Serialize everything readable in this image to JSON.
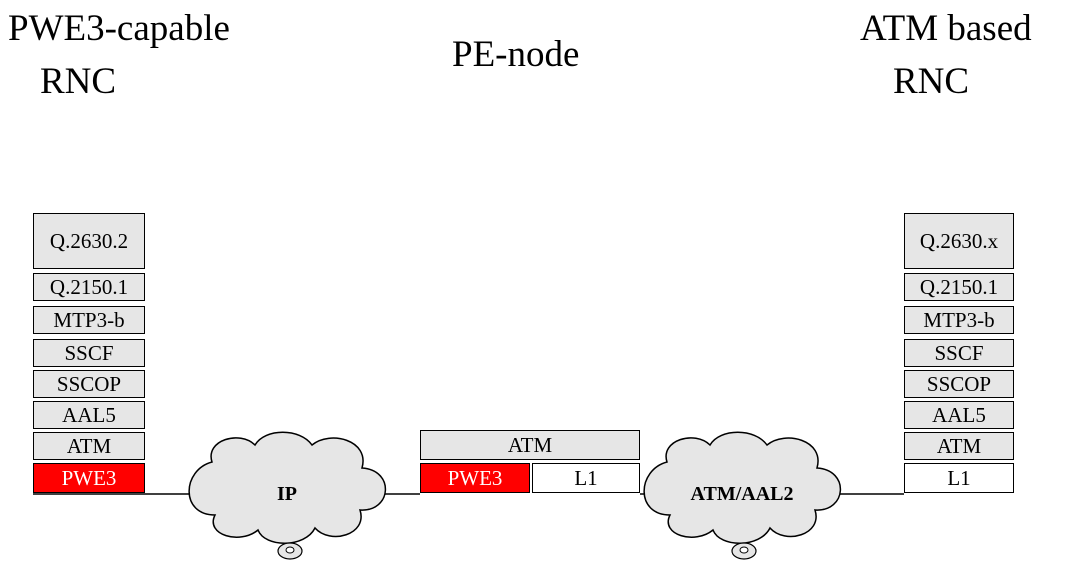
{
  "titles": {
    "left_line1": "PWE3-capable",
    "left_line2": "RNC",
    "center": "PE-node",
    "right_line1": "ATM based",
    "right_line2": "RNC"
  },
  "left_stack": [
    "Q.2630.2",
    "Q.2150.1",
    "MTP3-b",
    "SSCF",
    "SSCOP",
    "AAL5",
    "ATM",
    "PWE3"
  ],
  "pe_stack": {
    "top": "ATM",
    "bottom_left": "PWE3",
    "bottom_right": "L1"
  },
  "right_stack": [
    "Q.2630.x",
    "Q.2150.1",
    "MTP3-b",
    "SSCF",
    "SSCOP",
    "AAL5",
    "ATM",
    "L1"
  ],
  "clouds": {
    "left": "IP",
    "right": "ATM/AAL2"
  },
  "colors": {
    "layer_fill": "#e6e6e6",
    "highlight": "#ff0000",
    "plain": "#ffffff"
  }
}
